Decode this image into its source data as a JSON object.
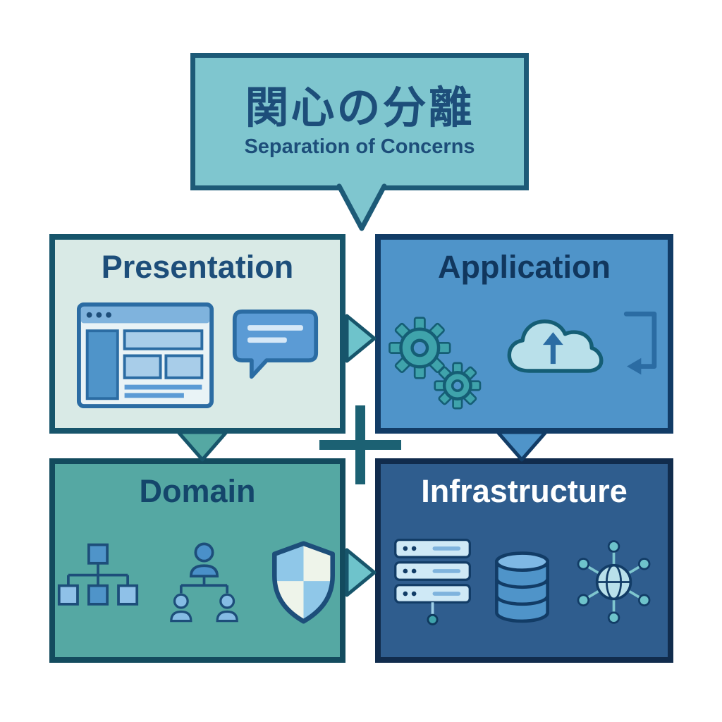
{
  "bubble": {
    "title_ja": "関心の分離",
    "subtitle_en": "Separation of Concerns",
    "bg": "#7fc6cf",
    "border": "#1d5a77",
    "text_color": "#1d4e7a"
  },
  "quadrants": [
    {
      "label": "Presentation",
      "bg": "#d9eae6",
      "border": "#17556b",
      "label_color": "#1d4e7a",
      "icons": [
        "browser-window-icon",
        "chat-bubble-icon"
      ]
    },
    {
      "label": "Application",
      "bg": "#4f94c9",
      "border": "#123c66",
      "label_color": "#11375e",
      "icons": [
        "gears-icon",
        "cloud-upload-icon",
        "refresh-arrow-icon"
      ]
    },
    {
      "label": "Domain",
      "bg": "#55a8a3",
      "border": "#134b5e",
      "label_color": "#14466b",
      "icons": [
        "tree-diagram-icon",
        "org-chart-icon",
        "shield-icon"
      ]
    },
    {
      "label": "Infrastructure",
      "bg": "#2f5d8e",
      "border": "#112c4d",
      "label_color": "#ffffff",
      "icons": [
        "server-stack-icon",
        "database-icon",
        "network-icon"
      ]
    }
  ],
  "connectors": {
    "center_cross": "plus-cross",
    "cross_color": "#1c6173",
    "arrows": [
      "arrow-presentation-to-application",
      "arrow-presentation-to-domain",
      "arrow-application-to-infrastructure",
      "arrow-domain-to-infrastructure"
    ],
    "arrow_teal_fill": "#6ec3cb",
    "arrow_domain_fill": "#55a8a3",
    "arrow_application_fill": "#4f94c9"
  }
}
